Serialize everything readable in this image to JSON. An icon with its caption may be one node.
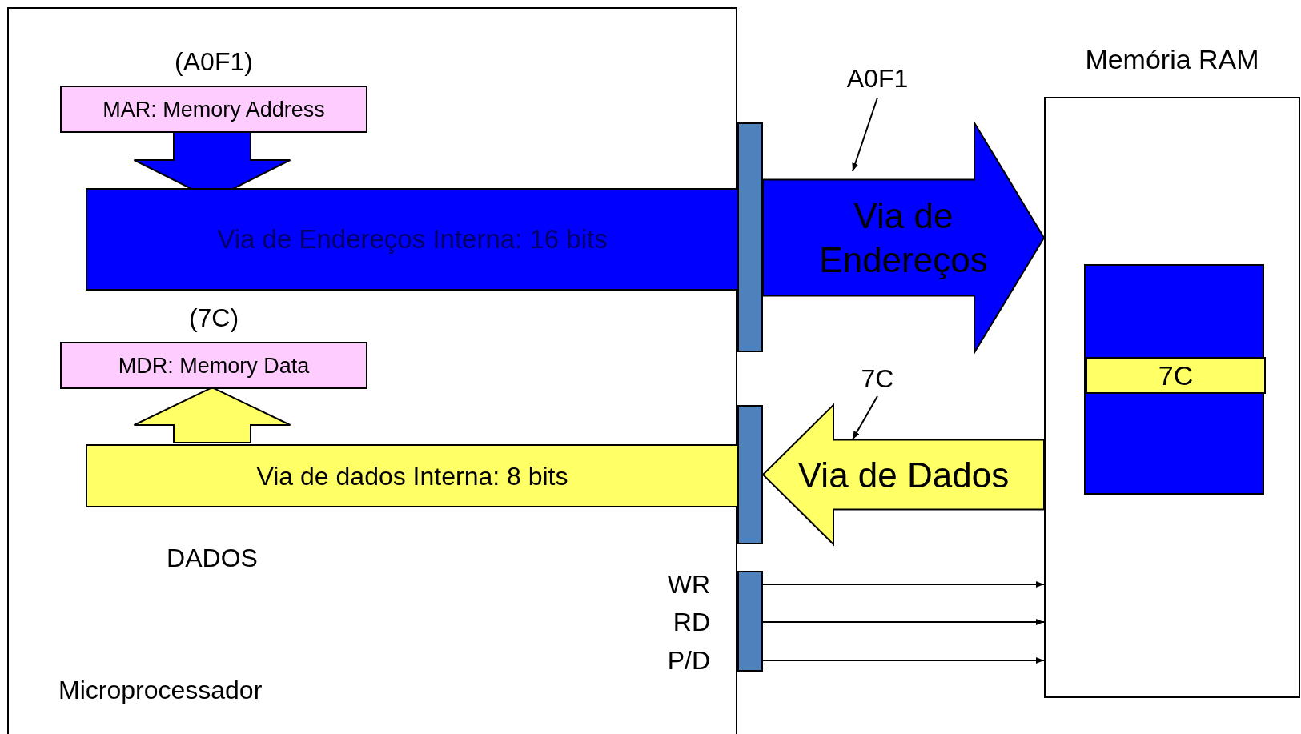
{
  "diagram": {
    "nodes": [
      {
        "text": [
          "Microprocessador"
        ]
      },
      {
        "text": [
          "MAR: Memory Address"
        ],
        "beside": [
          "(A0F1)"
        ],
        "in": 0
      },
      {
        "text": [
          "Via de Endereços Interna: 16 bits"
        ],
        "in": 0
      },
      {
        "text": [
          "MDR: Memory Data"
        ],
        "beside": [
          "(7C)"
        ],
        "in": 0
      },
      {
        "text": [
          "Via de dados Interna: 8 bits"
        ],
        "in": 0
      },
      {
        "text": [],
        "shape": "bar"
      },
      {
        "text": [],
        "shape": "bar"
      },
      {
        "text": [],
        "shape": "bar"
      },
      {
        "text": [
          "Memória RAM"
        ]
      },
      {
        "text": [],
        "shape": "box",
        "in": 8
      },
      {
        "text": [
          "7C"
        ],
        "in": 9
      },
      {
        "text": [
          "A0F1"
        ]
      },
      {
        "text": [
          "7C"
        ]
      }
    ],
    "edges": [
      {
        "from": 1,
        "to": 2,
        "arrow": "to",
        "style": "thick",
        "color": "#0000ff"
      },
      {
        "from": 4,
        "to": 3,
        "arrow": "to",
        "style": "thick",
        "color": "#ffff66"
      },
      {
        "from": 5,
        "to": 8,
        "arrow": "to",
        "label": "Via de Endereços",
        "style": "thick",
        "color": "#0000ff"
      },
      {
        "from": 8,
        "to": 6,
        "arrow": "to",
        "label": "Via de Dados",
        "style": "thick",
        "color": "#ffff66"
      },
      {
        "from": 7,
        "to": 8,
        "arrow": "to",
        "label": "WR"
      },
      {
        "from": 7,
        "to": 8,
        "arrow": "to",
        "label": "RD"
      },
      {
        "from": 7,
        "to": 8,
        "arrow": "to",
        "label": "P/D"
      },
      {
        "from": 11,
        "to": null,
        "arrow": "to"
      },
      {
        "from": 12,
        "to": null,
        "arrow": "to"
      }
    ],
    "labels": [
      "DADOS"
    ]
  }
}
